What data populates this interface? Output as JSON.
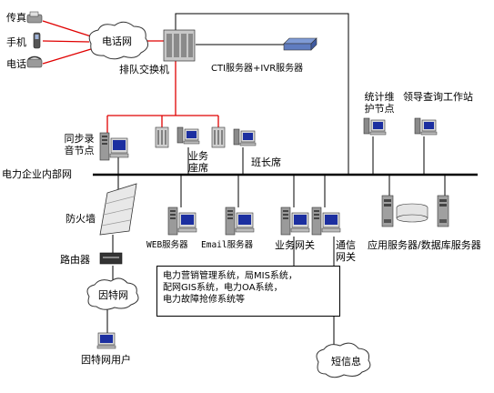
{
  "labels": {
    "fax": "传真",
    "mobile": "手机",
    "telephone": "电话",
    "phone_network": "电话网",
    "queue_switch": "排队交换机",
    "cti_ivr_server": "CTI服务器+IVR服务器",
    "stats_node": "统计维护节点",
    "leader_station": "领导查询工作站",
    "sync_recording": "同步录音节点",
    "agent_seat": "业务座席",
    "monitor_seat": "班长席",
    "enterprise_lan": "电力企业内部网",
    "firewall": "防火墙",
    "router": "路由器",
    "internet": "因特网",
    "internet_user": "因特网用户",
    "web_server": "WEB服务器",
    "email_server": "Email服务器",
    "business_gateway": "业务网关",
    "comm_gateway": "通信网关",
    "app_db_server": "应用服务器/数据库服务器",
    "sms": "短信息"
  },
  "systems_note": [
    "电力营销管理系统，局MIS系统，",
    "配网GIS系统，电力OA系统，",
    "电力故障抢修系统等"
  ],
  "colors": {
    "red_link": "#e00000",
    "black_link": "#000000",
    "device_gray": "#9a9a9a",
    "screen_blue": "#1c2fa0"
  }
}
